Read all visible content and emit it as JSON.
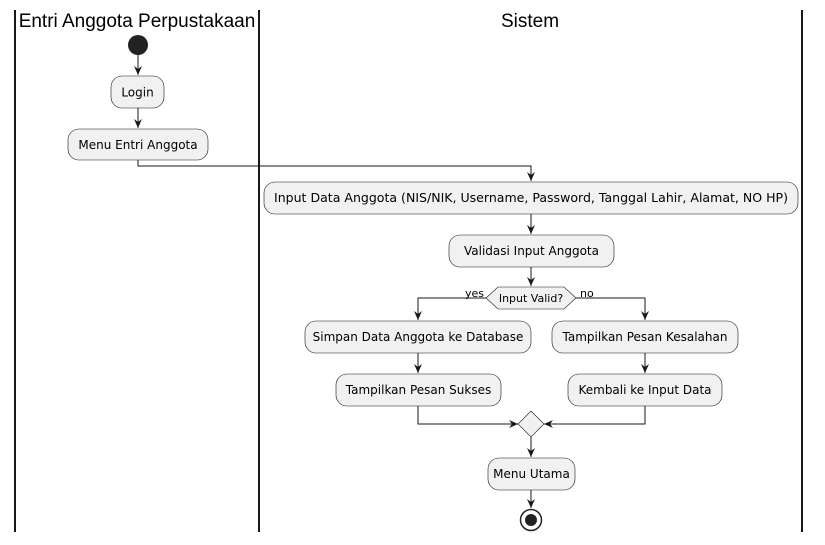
{
  "lanes": {
    "left_title": "Entri Anggota Perpustakaan",
    "right_title": "Sistem"
  },
  "actions": {
    "login": "Login",
    "menu_entri": "Menu Entri Anggota",
    "input_data": "Input Data Anggota (NIS/NIK, Username, Password, Tanggal Lahir, Alamat, NO HP)",
    "validasi": "Validasi Input Anggota",
    "simpan": "Simpan Data Anggota ke Database",
    "pesan_sukses": "Tampilkan Pesan Sukses",
    "pesan_kesalahan": "Tampilkan Pesan Kesalahan",
    "kembali": "Kembali ke Input Data",
    "menu_utama": "Menu Utama"
  },
  "decision": {
    "label": "Input Valid?",
    "yes": "yes",
    "no": "no"
  },
  "colors": {
    "node_fill": "#f1f1f1",
    "stroke": "#181818"
  }
}
